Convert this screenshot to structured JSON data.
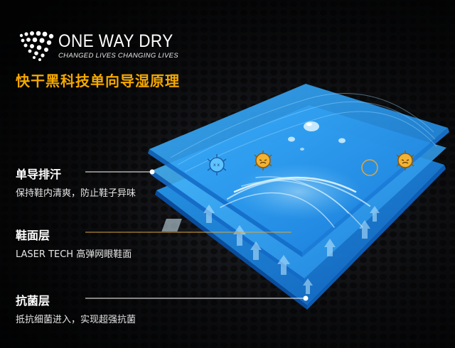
{
  "brand": {
    "name": "ONE WAY DRY",
    "tagline": "CHANGED LIVES CHANGING LIVES"
  },
  "headline": "快干黑科技单向导湿原理",
  "callouts": [
    {
      "title": "单导排汗",
      "description": "保持鞋内清爽，防止鞋子异味"
    },
    {
      "title": "鞋面层",
      "description": "LASER TECH 高弹网眼鞋面"
    },
    {
      "title": "抗菌层",
      "description": "抵抗细菌进入，实现超强抗菌"
    }
  ],
  "colors": {
    "accent": "#f5a800",
    "layer_top": "#1f8fe0",
    "layer_mid": "#37a8f0",
    "layer_bottom": "#1a7fd8",
    "callout_line": "#d9a640"
  }
}
